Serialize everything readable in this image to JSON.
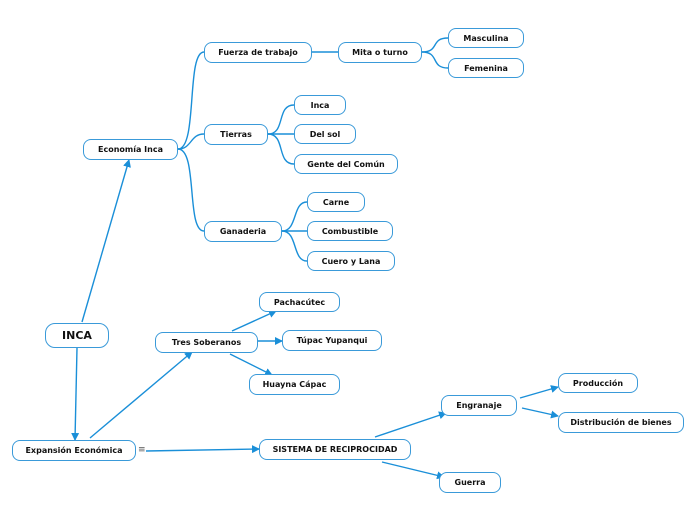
{
  "map": {
    "root": "INCA",
    "economia": "Economía Inca",
    "fuerza": "Fuerza de trabajo",
    "mita": "Mita o turno",
    "masculina": "Masculina",
    "femenina": "Femenina",
    "tierras": "Tierras",
    "tierra_inca": "Inca",
    "del_sol": "Del sol",
    "gente": "Gente del Común",
    "ganaderia": "Ganaderia",
    "carne": "Carne",
    "combustible": "Combustible",
    "cuero": "Cuero y Lana",
    "expansion": "Expansión Económica",
    "tres": "Tres Soberanos",
    "pachacutec": "Pachacútec",
    "tupac": "Túpac Yupanqui",
    "huayna": "Huayna Cápac",
    "sistema": "SISTEMA DE RECIPROCIDAD",
    "engranaje": "Engranaje",
    "produccion": "Producción",
    "distribucion": "Distribución de bienes",
    "guerra": "Guerra"
  },
  "icons": {
    "note": "notes-icon"
  },
  "colors": {
    "line": "#1a8fd8",
    "node_border": "#3a9ad9"
  }
}
